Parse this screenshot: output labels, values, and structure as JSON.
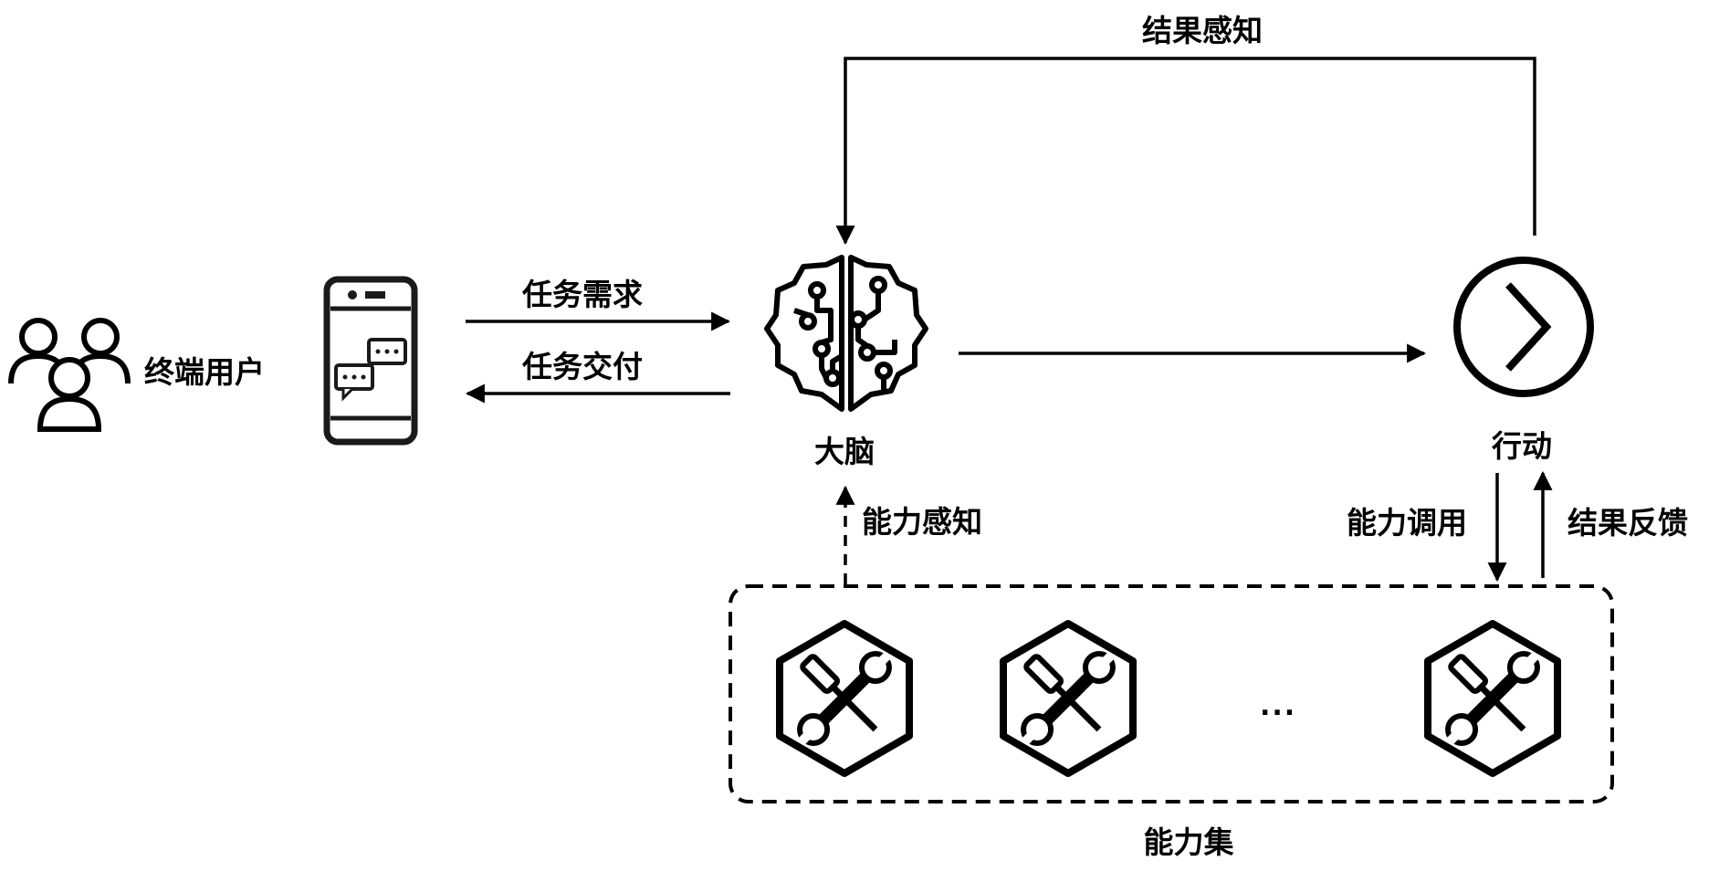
{
  "labels": {
    "end_user": "终端用户",
    "task_demand": "任务需求",
    "task_delivery": "任务交付",
    "brain": "大脑",
    "result_perception": "结果感知",
    "action": "行动",
    "capability_perception": "能力感知",
    "capability_call": "能力调用",
    "result_feedback": "结果反馈",
    "capability_set": "能力集",
    "ellipsis": "..."
  },
  "icons": [
    "users-icon",
    "phone-chat-icon",
    "brain-circuit-icon",
    "action-chevron-icon",
    "tools-hexagon-icon"
  ]
}
